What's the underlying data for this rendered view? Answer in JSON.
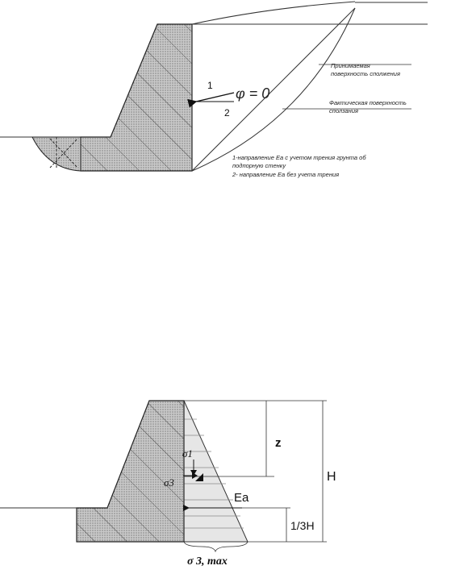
{
  "top_diagram": {
    "arrow_label_1": "1",
    "arrow_label_2": "2",
    "phi_label": "φ = 0",
    "assumed_surface_line1": "Принимаемая",
    "assumed_surface_line2": "поверхность сполжения",
    "actual_surface_line1": "Фактическая поверхность",
    "actual_surface_line2": "сползания",
    "legend_line1": "1-направление Ea с учетом трения грунта об",
    "legend_line2": "подпорную стенку",
    "legend_line3": "2- направление Ea без учета трения"
  },
  "bottom_diagram": {
    "sigma1_label": "σ1",
    "sigma3_label": "σ3",
    "ea_label": "Ea",
    "z_label": "z",
    "h_label": "H",
    "third_h_label": "1/3H",
    "sigma3max_label": "σ 3, max"
  },
  "colors": {
    "wall_fill": "#c4c4c4",
    "pressure_fill": "#e6e6e6",
    "line": "#333333"
  }
}
